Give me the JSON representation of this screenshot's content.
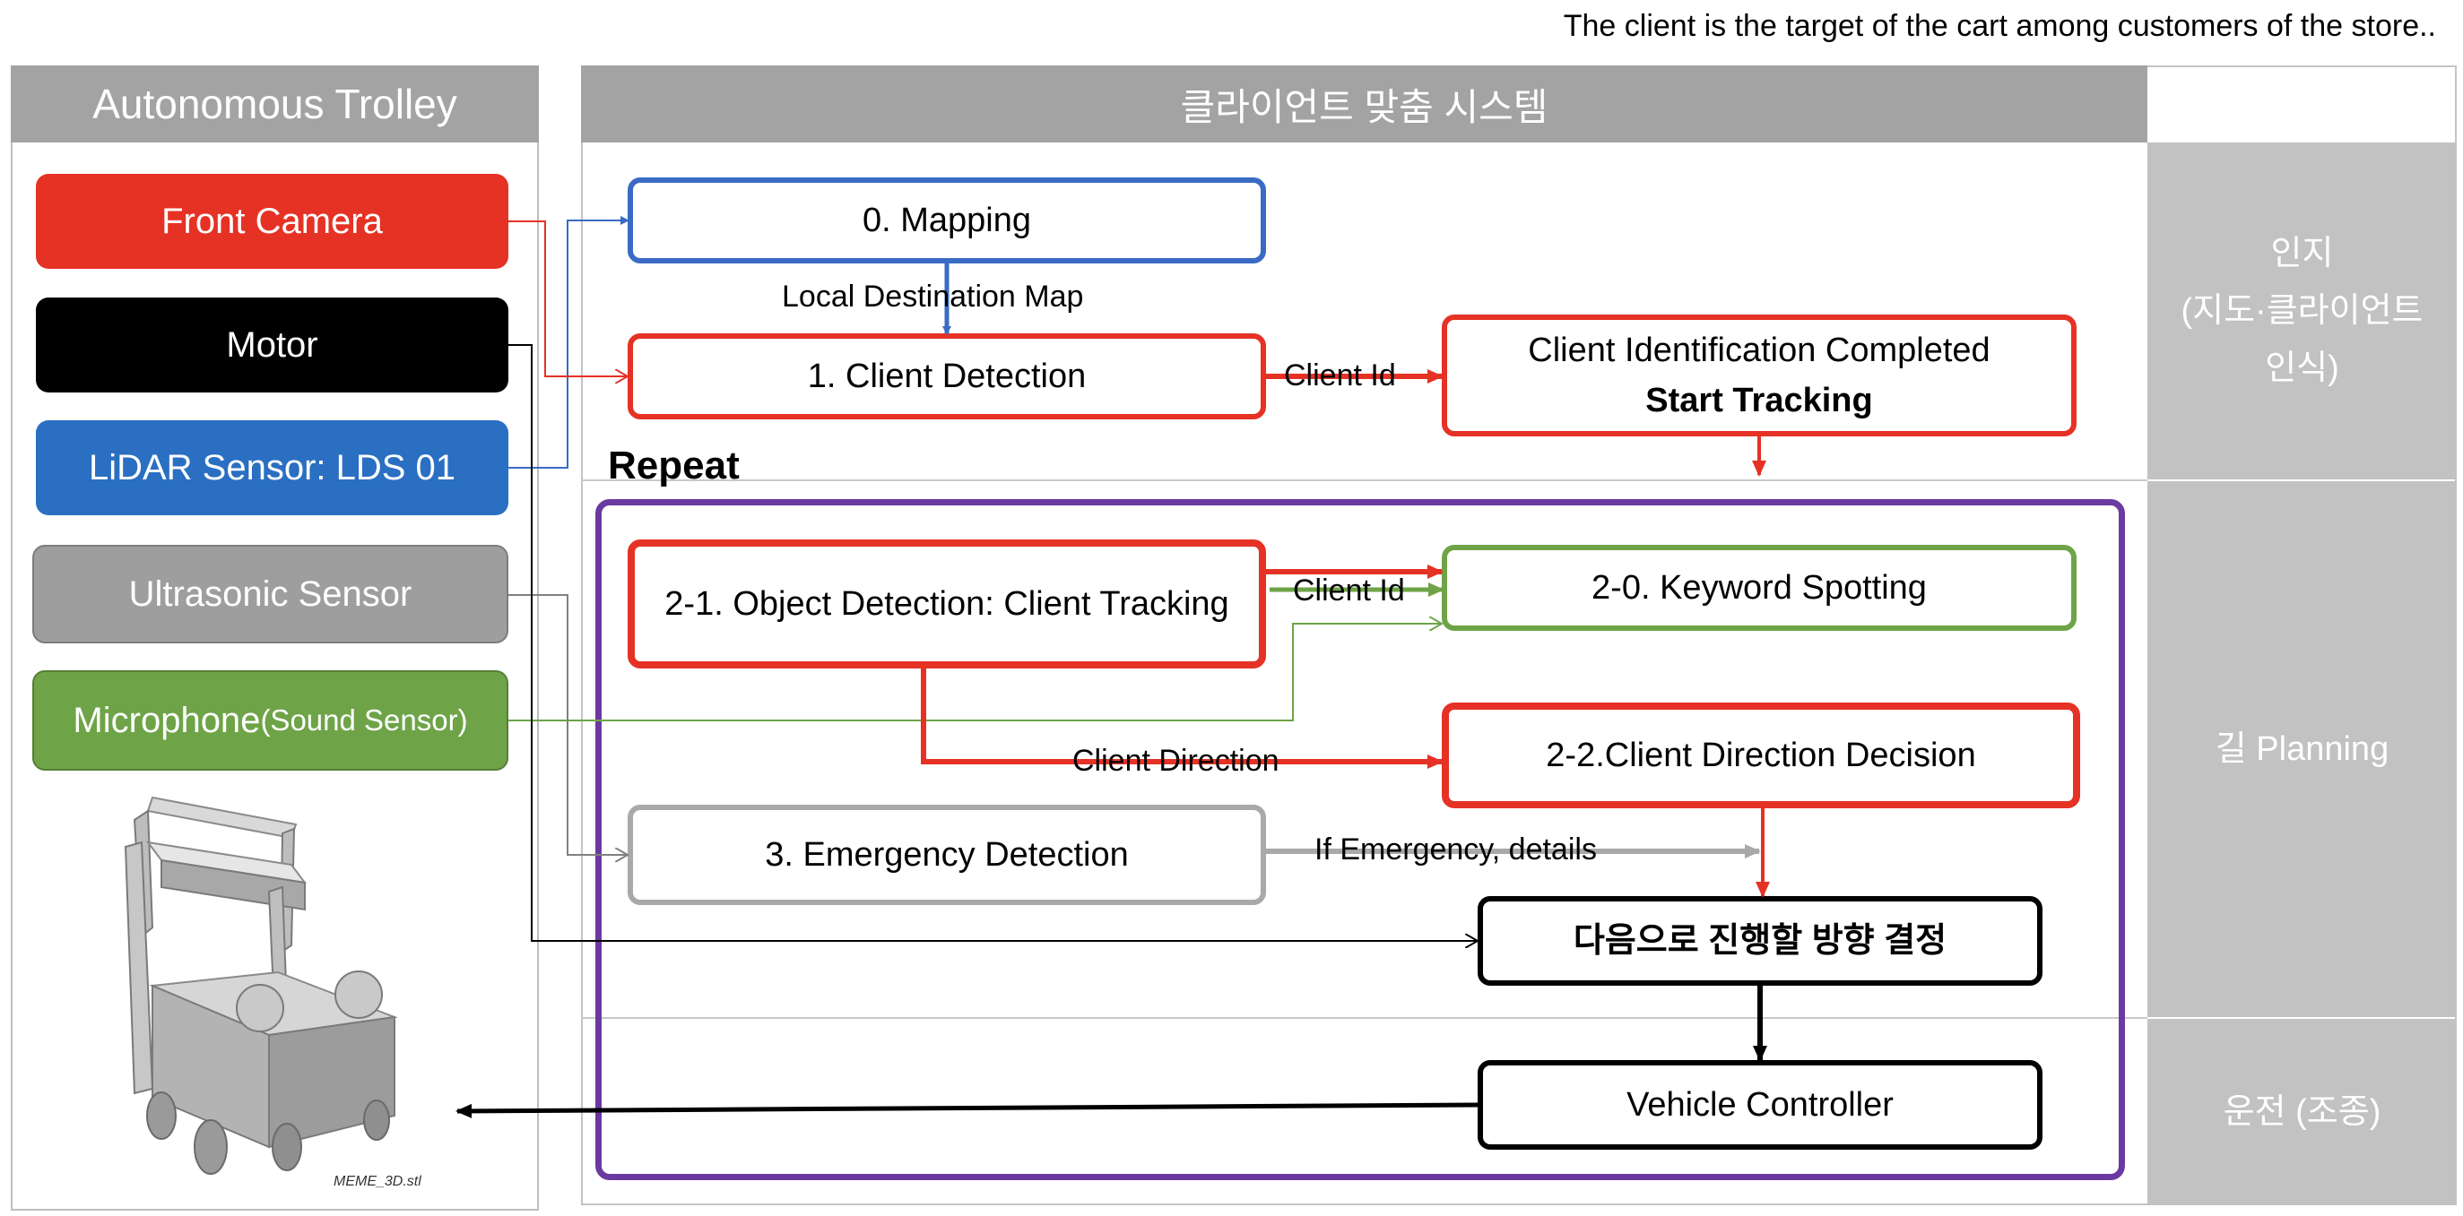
{
  "note": "The client is the target of the cart among customers of the store..",
  "left_panel": {
    "title": "Autonomous Trolley",
    "sensors": [
      {
        "label": "Front Camera",
        "color": "#e53225"
      },
      {
        "label": "Motor",
        "color": "#000000"
      },
      {
        "label": "LiDAR Sensor: LDS 01",
        "color": "#2a6fc1"
      },
      {
        "label": "Ultrasonic Sensor",
        "color": "#9e9e9e"
      },
      {
        "label": "Microphone",
        "label_small": "(Sound Sensor)",
        "color": "#6ea447"
      }
    ],
    "model_caption": "MEME_3D.stl"
  },
  "main_panel": {
    "title": "클라이언트 맞춤 시스템",
    "phases": [
      {
        "label": "인지\n(지도·클라이언트\n인식)"
      },
      {
        "label": "길 Planning"
      },
      {
        "label": "운전 (조종)"
      }
    ]
  },
  "repeat_label": "Repeat",
  "boxes": {
    "mapping": "0. Mapping",
    "client_detection": "1. Client Detection",
    "client_identified_line1": "Client Identification Completed",
    "client_identified_line2": "Start Tracking",
    "object_detection": "2-1. Object Detection: Client Tracking",
    "keyword_spotting": "2-0. Keyword Spotting",
    "direction_decision": "2-2.Client Direction Decision",
    "emergency_detection": "3. Emergency Detection",
    "next_direction": "다음으로 진행할 방향 결정",
    "vehicle_controller": "Vehicle Controller"
  },
  "edge_labels": {
    "local_destination_map": "Local Destination Map",
    "client_id_1": "Client Id",
    "client_id_2": "Client Id",
    "client_direction": "Client Direction",
    "if_emergency": "If Emergency, details"
  },
  "colors": {
    "red": "#e53225",
    "blue": "#3a6bc4",
    "green": "#6ea447",
    "gray": "#9e9e9e",
    "purple": "#6a3aa0",
    "black": "#000000"
  }
}
